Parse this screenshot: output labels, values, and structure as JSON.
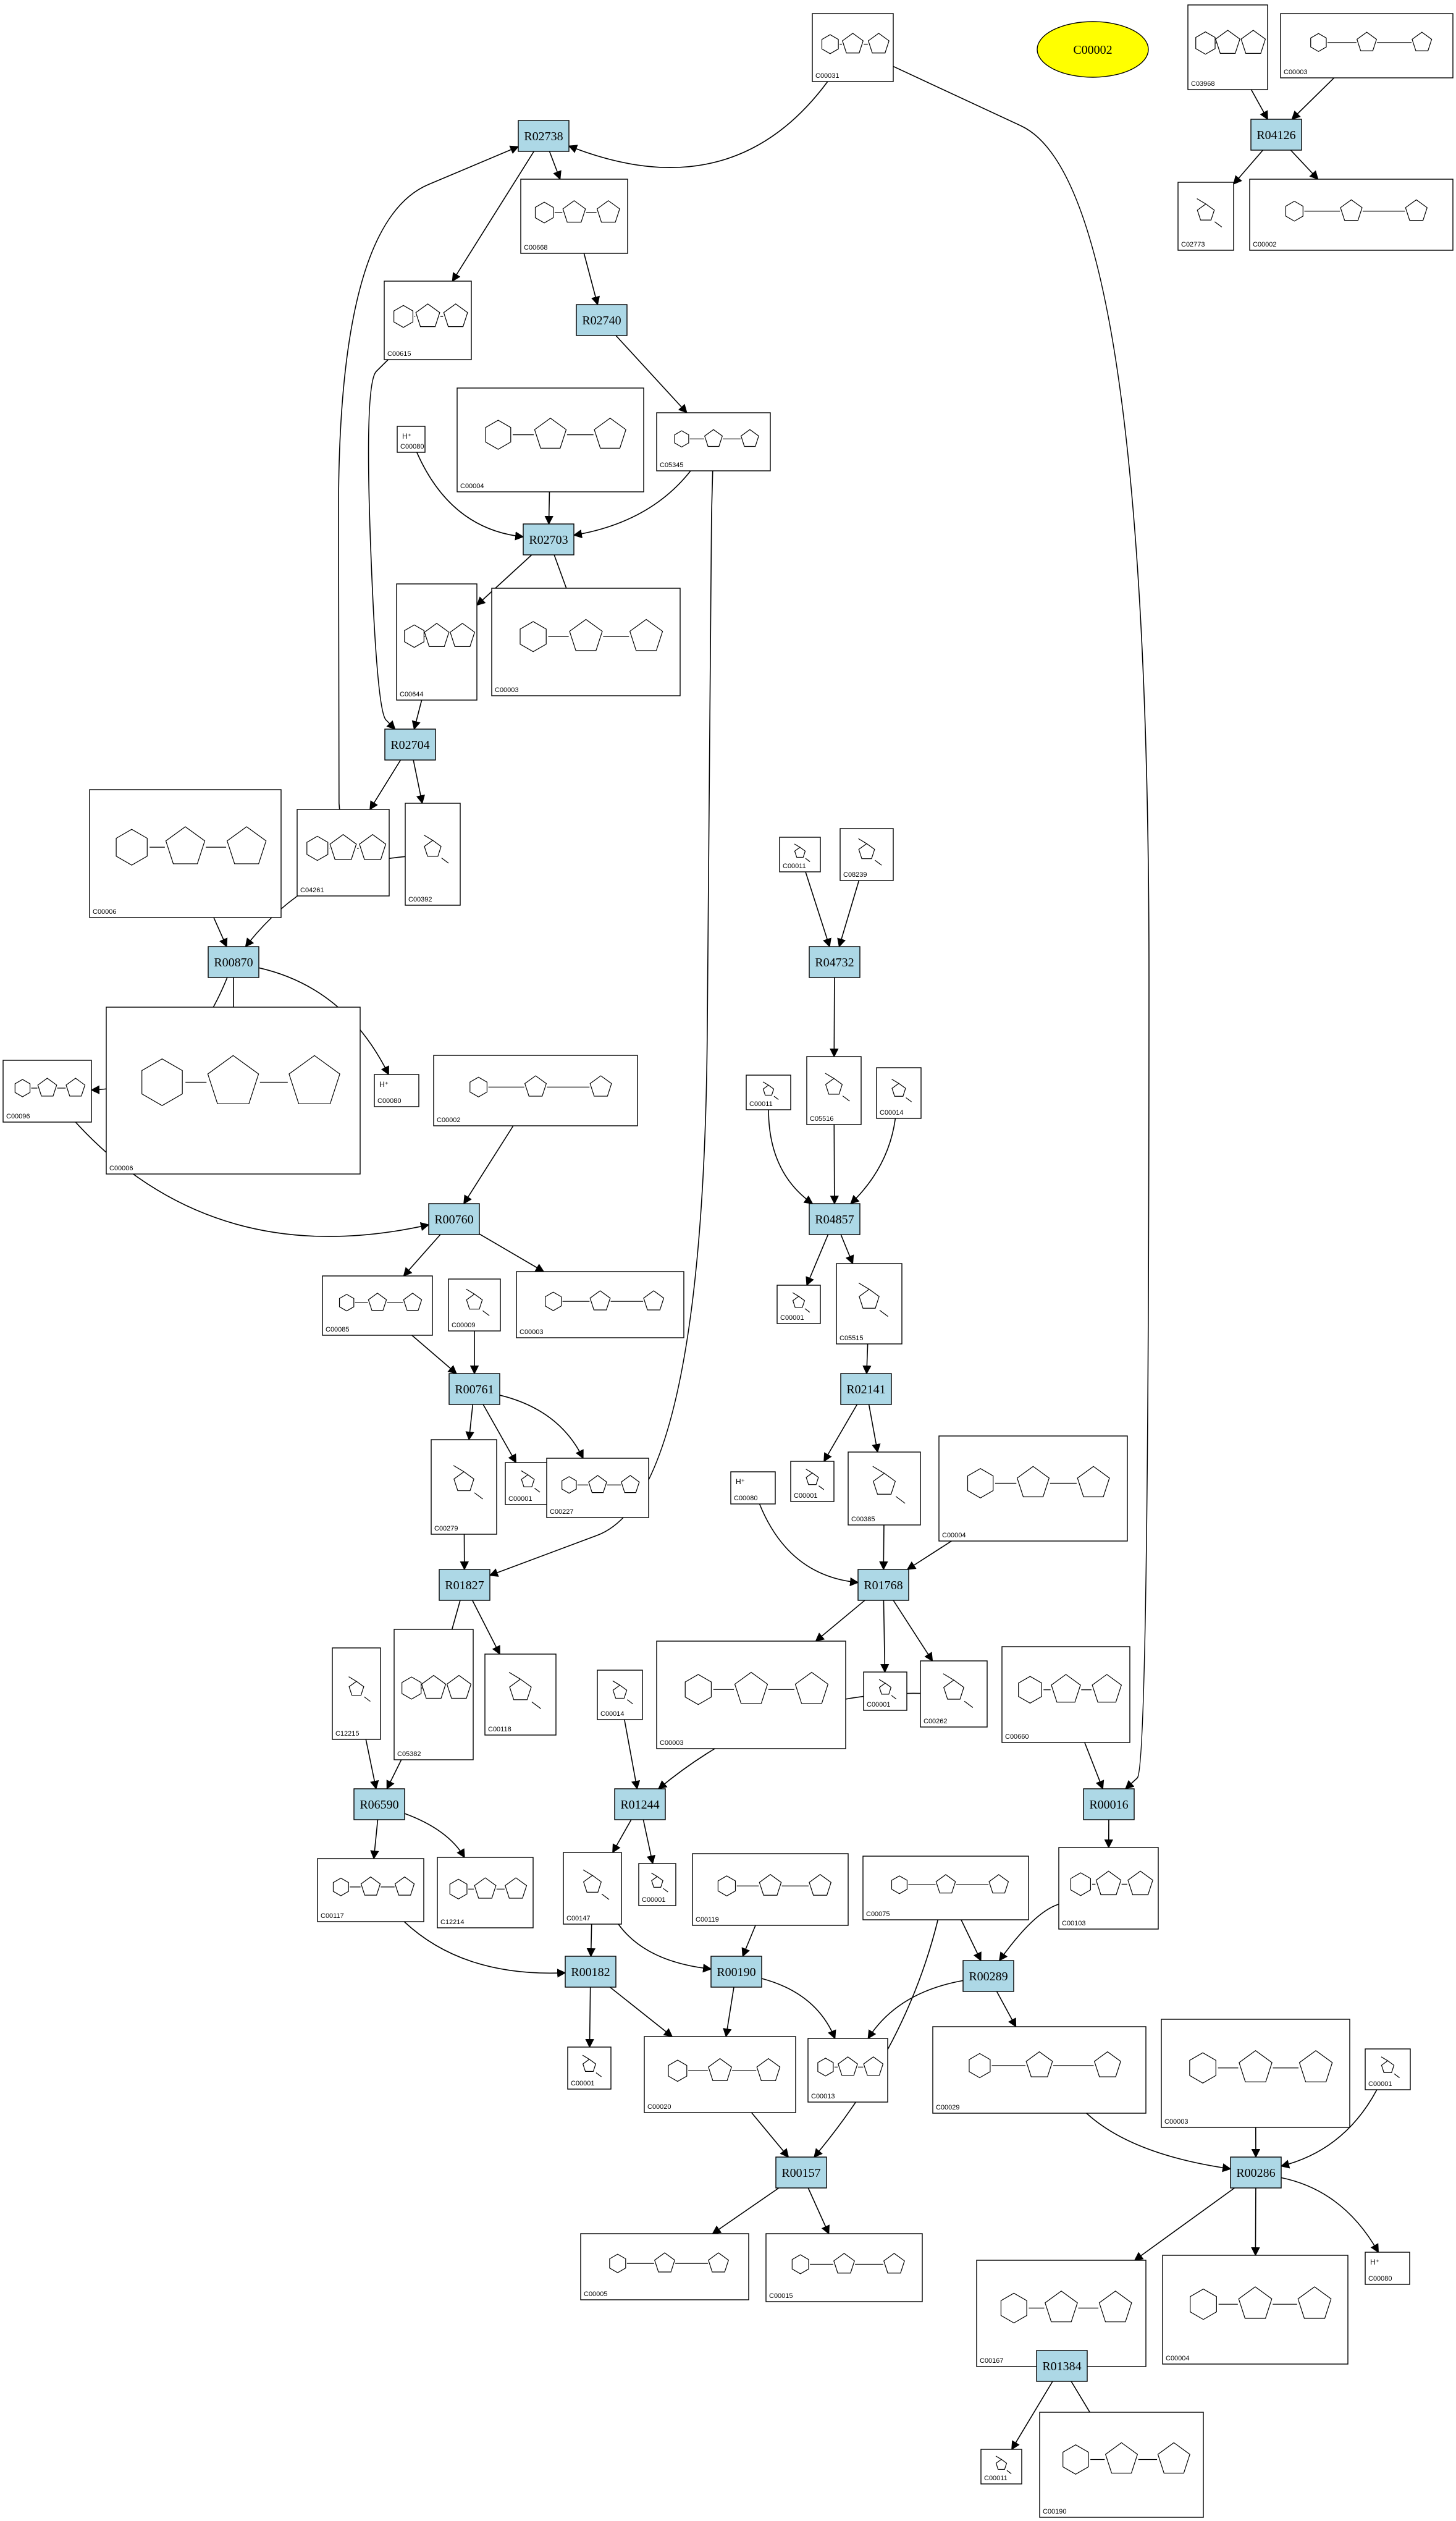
{
  "highlight": {
    "id": "C00002",
    "color": "#ffff00"
  },
  "reaction_color": "#add8e6",
  "reactions": [
    {
      "id": "R02738"
    },
    {
      "id": "R02740"
    },
    {
      "id": "R04126"
    },
    {
      "id": "R02703"
    },
    {
      "id": "R02704"
    },
    {
      "id": "R00870"
    },
    {
      "id": "R04732"
    },
    {
      "id": "R00760"
    },
    {
      "id": "R04857"
    },
    {
      "id": "R00761"
    },
    {
      "id": "R02141"
    },
    {
      "id": "R01827"
    },
    {
      "id": "R01768"
    },
    {
      "id": "R06590"
    },
    {
      "id": "R01244"
    },
    {
      "id": "R00016"
    },
    {
      "id": "R00182"
    },
    {
      "id": "R00190"
    },
    {
      "id": "R00289"
    },
    {
      "id": "R00157"
    },
    {
      "id": "R00286"
    },
    {
      "id": "R01384"
    }
  ],
  "compounds": [
    {
      "key": "c_00031",
      "id": "C00031"
    },
    {
      "key": "c_03968",
      "id": "C03968"
    },
    {
      "key": "c_00003a",
      "id": "C00003"
    },
    {
      "key": "c_00668",
      "id": "C00668"
    },
    {
      "key": "c_02773",
      "id": "C02773"
    },
    {
      "key": "c_00002a",
      "id": "C00002"
    },
    {
      "key": "c_00615",
      "id": "C00615"
    },
    {
      "key": "c_00004a",
      "id": "C00004"
    },
    {
      "key": "c_00080a",
      "id": "C00080",
      "atoms": "H⁺"
    },
    {
      "key": "c_05345",
      "id": "C05345"
    },
    {
      "key": "c_00644",
      "id": "C00644"
    },
    {
      "key": "c_00003b",
      "id": "C00003"
    },
    {
      "key": "c_00006a",
      "id": "C00006"
    },
    {
      "key": "c_04261",
      "id": "C04261"
    },
    {
      "key": "c_00392",
      "id": "C00392"
    },
    {
      "key": "c_00011a",
      "id": "C00011"
    },
    {
      "key": "c_08239",
      "id": "C08239"
    },
    {
      "key": "c_00006b",
      "id": "C00006"
    },
    {
      "key": "c_00096",
      "id": "C00096"
    },
    {
      "key": "c_00080b",
      "id": "C00080",
      "atoms": "H⁺"
    },
    {
      "key": "c_00002b",
      "id": "C00002"
    },
    {
      "key": "c_00011b",
      "id": "C00011"
    },
    {
      "key": "c_05516",
      "id": "C05516"
    },
    {
      "key": "c_00014a",
      "id": "C00014"
    },
    {
      "key": "c_00085",
      "id": "C00085"
    },
    {
      "key": "c_00009",
      "id": "C00009"
    },
    {
      "key": "c_00003c",
      "id": "C00003"
    },
    {
      "key": "c_00001a",
      "id": "C00001"
    },
    {
      "key": "c_05515",
      "id": "C05515"
    },
    {
      "key": "c_00279",
      "id": "C00279"
    },
    {
      "key": "c_00001b",
      "id": "C00001"
    },
    {
      "key": "c_00227",
      "id": "C00227"
    },
    {
      "key": "c_00080c",
      "id": "C00080",
      "atoms": "H⁺"
    },
    {
      "key": "c_00001c",
      "id": "C00001"
    },
    {
      "key": "c_00385",
      "id": "C00385"
    },
    {
      "key": "c_00004b",
      "id": "C00004"
    },
    {
      "key": "c_12215",
      "id": "C12215"
    },
    {
      "key": "c_05382",
      "id": "C05382"
    },
    {
      "key": "c_00118",
      "id": "C00118"
    },
    {
      "key": "c_00014b",
      "id": "C00014"
    },
    {
      "key": "c_00003d",
      "id": "C00003"
    },
    {
      "key": "c_00001d",
      "id": "C00001"
    },
    {
      "key": "c_00262",
      "id": "C00262"
    },
    {
      "key": "c_00660",
      "id": "C00660"
    },
    {
      "key": "c_00117",
      "id": "C00117"
    },
    {
      "key": "c_12214",
      "id": "C12214"
    },
    {
      "key": "c_00147",
      "id": "C00147"
    },
    {
      "key": "c_00001e",
      "id": "C00001"
    },
    {
      "key": "c_00119",
      "id": "C00119"
    },
    {
      "key": "c_00075",
      "id": "C00075"
    },
    {
      "key": "c_00103",
      "id": "C00103"
    },
    {
      "key": "c_00001f",
      "id": "C00001"
    },
    {
      "key": "c_00020",
      "id": "C00020"
    },
    {
      "key": "c_00013",
      "id": "C00013"
    },
    {
      "key": "c_00029",
      "id": "C00029"
    },
    {
      "key": "c_00003e",
      "id": "C00003"
    },
    {
      "key": "c_00001g",
      "id": "C00001"
    },
    {
      "key": "c_00005",
      "id": "C00005"
    },
    {
      "key": "c_00015",
      "id": "C00015"
    },
    {
      "key": "c_00167",
      "id": "C00167"
    },
    {
      "key": "c_00004c",
      "id": "C00004"
    },
    {
      "key": "c_00080d",
      "id": "C00080",
      "atoms": "H⁺"
    },
    {
      "key": "c_00011c",
      "id": "C00011"
    },
    {
      "key": "c_00190",
      "id": "C00190"
    }
  ]
}
